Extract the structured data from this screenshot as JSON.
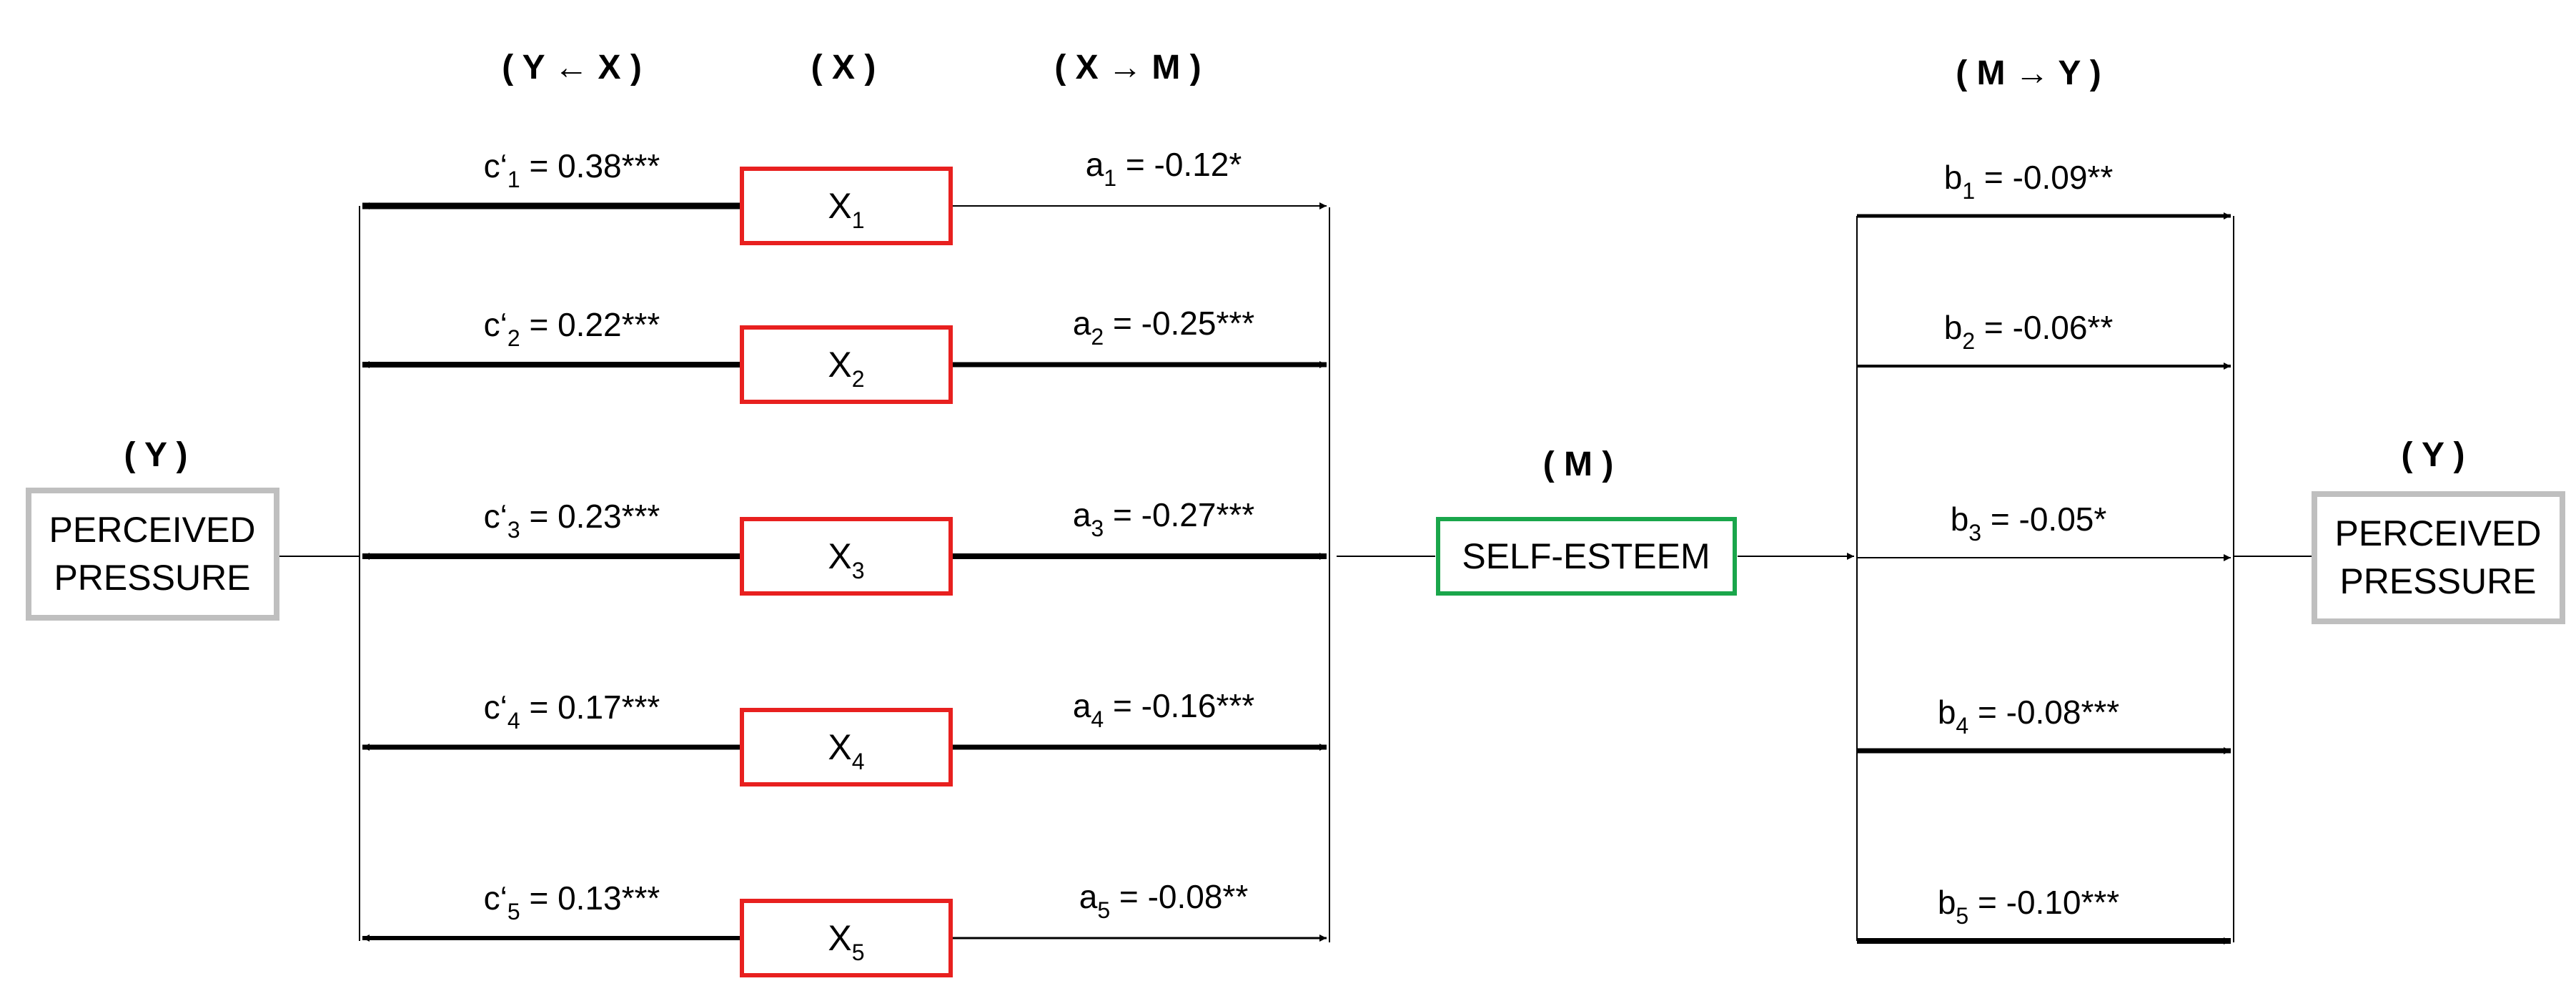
{
  "headers": {
    "y_left": "( Y )",
    "y_from_x": "( Y ← X )",
    "x": "( X )",
    "x_to_m": "( X → M )",
    "m": "( M )",
    "m_to_y": "( M → Y )",
    "y_right": "( Y )"
  },
  "nodes": {
    "outcome_left": {
      "line1": "PERCEIVED",
      "line2": "PRESSURE",
      "border_color": "#bfbfbf"
    },
    "mediator": {
      "label": "SELF-ESTEEM",
      "border_color": "#1aa64b"
    },
    "outcome_right": {
      "line1": "PERCEIVED",
      "line2": "PRESSURE",
      "border_color": "#bfbfbf"
    },
    "predictor_border_color": "#e8201f"
  },
  "predictors": [
    {
      "base": "X",
      "sub": "1"
    },
    {
      "base": "X",
      "sub": "2"
    },
    {
      "base": "X",
      "sub": "3"
    },
    {
      "base": "X",
      "sub": "4"
    },
    {
      "base": "X",
      "sub": "5"
    }
  ],
  "paths": {
    "c_prime": [
      {
        "pre": "c‘",
        "sub": "1",
        "post": " = 0.38***"
      },
      {
        "pre": "c‘",
        "sub": "2",
        "post": " = 0.22***"
      },
      {
        "pre": "c‘",
        "sub": "3",
        "post": " = 0.23***"
      },
      {
        "pre": "c‘",
        "sub": "4",
        "post": " = 0.17***"
      },
      {
        "pre": "c‘",
        "sub": "5",
        "post": " = 0.13***"
      }
    ],
    "a": [
      {
        "pre": "a",
        "sub": "1",
        "post": " = -0.12*"
      },
      {
        "pre": "a",
        "sub": "2",
        "post": " = -0.25***"
      },
      {
        "pre": "a",
        "sub": "3",
        "post": " = -0.27***"
      },
      {
        "pre": "a",
        "sub": "4",
        "post": " = -0.16***"
      },
      {
        "pre": "a",
        "sub": "5",
        "post": " = -0.08**"
      }
    ],
    "b": [
      {
        "pre": "b",
        "sub": "1",
        "post": " = -0.09**"
      },
      {
        "pre": "b",
        "sub": "2",
        "post": " = -0.06**"
      },
      {
        "pre": "b",
        "sub": "3",
        "post": " = -0.05*"
      },
      {
        "pre": "b",
        "sub": "4",
        "post": " = -0.08***"
      },
      {
        "pre": "b",
        "sub": "5",
        "post": " = -0.10***"
      }
    ]
  }
}
